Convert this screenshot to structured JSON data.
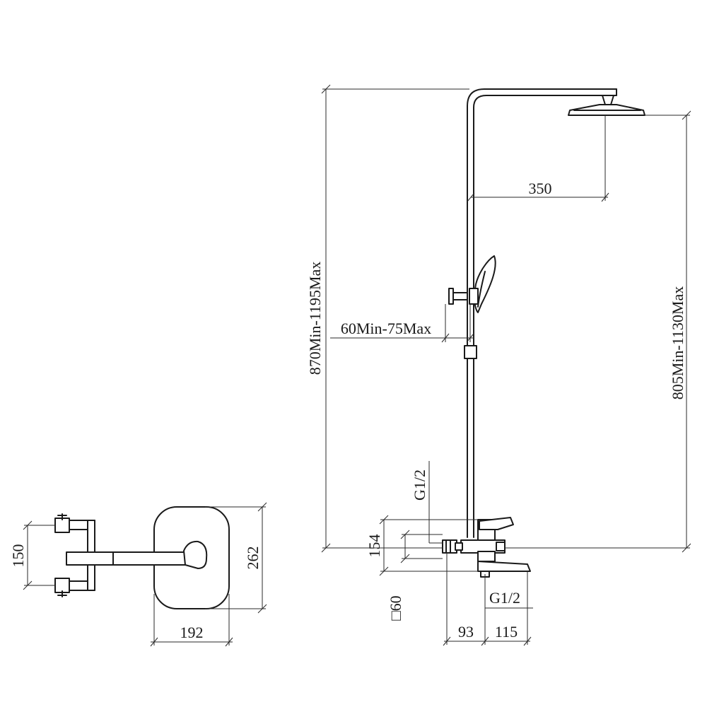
{
  "dimensions": {
    "overall_height": "870Min-1195Max",
    "head_height": "805Min-1130Max",
    "arm_reach": "350",
    "slide_offset": "60Min-75Max",
    "inlet_top": "G1/2",
    "inlet_bottom": "G1/2",
    "mixer_height": "154",
    "square_size": "□60",
    "spout_left": "93",
    "spout_right": "115",
    "inlet_spacing": "150",
    "plate_height": "262",
    "plate_width": "192"
  },
  "colors": {
    "line": "#1a1a1a",
    "background": "#ffffff"
  }
}
